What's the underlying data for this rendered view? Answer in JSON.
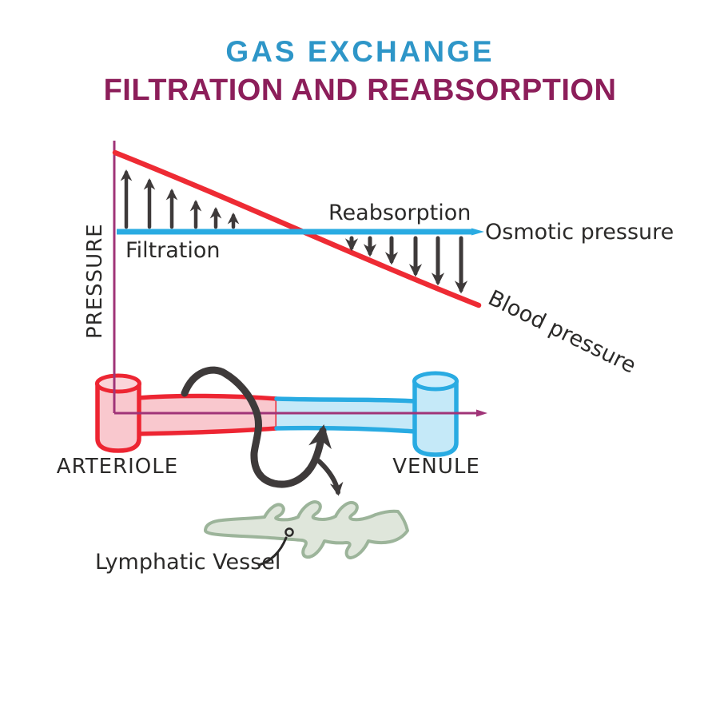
{
  "title": {
    "line1": "GAS EXCHANGE",
    "line2": "FILTRATION AND REABSORPTION"
  },
  "graph": {
    "y_axis_label": "PRESSURE",
    "blood_pressure_label": "Blood pressure",
    "osmotic_pressure_label": "Osmotic pressure",
    "filtration_label": "Filtration",
    "reabsorption_label": "Reabsorption",
    "filtration_arrow_count": 6,
    "reabsorption_arrow_count": 6,
    "filtration_arrow_direction": "up",
    "reabsorption_arrow_direction": "down"
  },
  "vessels": {
    "arteriole_label": "ARTERIOLE",
    "venule_label": "VENULE",
    "lymphatic_label": "Lymphatic Vessel"
  },
  "colors": {
    "title_blue": "#2e96c8",
    "subtitle_magenta": "#8c1e5a",
    "blood_pressure_red": "#ee2b34",
    "osmotic_pressure_blue": "#29abe2",
    "axis_purple": "#a03478",
    "arrow_gray": "#3e3a3a",
    "arteriole_fill": "#f9c8ce",
    "venule_fill": "#c5e9f8",
    "lymph_fill": "#dfe6db",
    "lymph_stroke": "#9cb49a",
    "label_ink": "#2b2a29"
  }
}
